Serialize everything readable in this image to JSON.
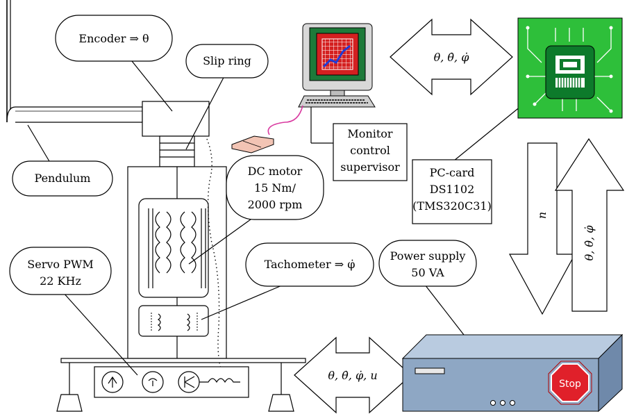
{
  "labels": {
    "encoder": "Encoder ⇒ θ",
    "slip_ring": "Slip ring",
    "pendulum": "Pendulum",
    "dc_motor_1": "DC motor",
    "dc_motor_2": "15 Nm/",
    "dc_motor_3": "2000 rpm",
    "servo_1": "Servo PWM",
    "servo_2": "22 KHz",
    "tachometer": "Tachometer ⇒ φ̇",
    "power_1": "Power supply",
    "power_2": "50 VA",
    "monitor_1": "Monitor",
    "monitor_2": "control",
    "monitor_3": "supervisor",
    "pccard_1": "PC-card",
    "pccard_2": "DS1102",
    "pccard_3": "(TMS320C31)"
  },
  "signals": {
    "pc_link": "θ, θ̇, φ̇",
    "servo_link": "θ, θ̇, φ̇, u",
    "down_arrow": "n",
    "up_arrow": "θ, θ̇, φ̇"
  },
  "stop_sign": "Stop",
  "colors": {
    "board_green": "#2ebf3a",
    "chip_green": "#0d7a2b",
    "mouse": "#f2c4b4",
    "cable": "#d93aa0",
    "screen_red": "#d42020",
    "power_box": "#8ea7c4",
    "stop_red": "#e0202a"
  }
}
